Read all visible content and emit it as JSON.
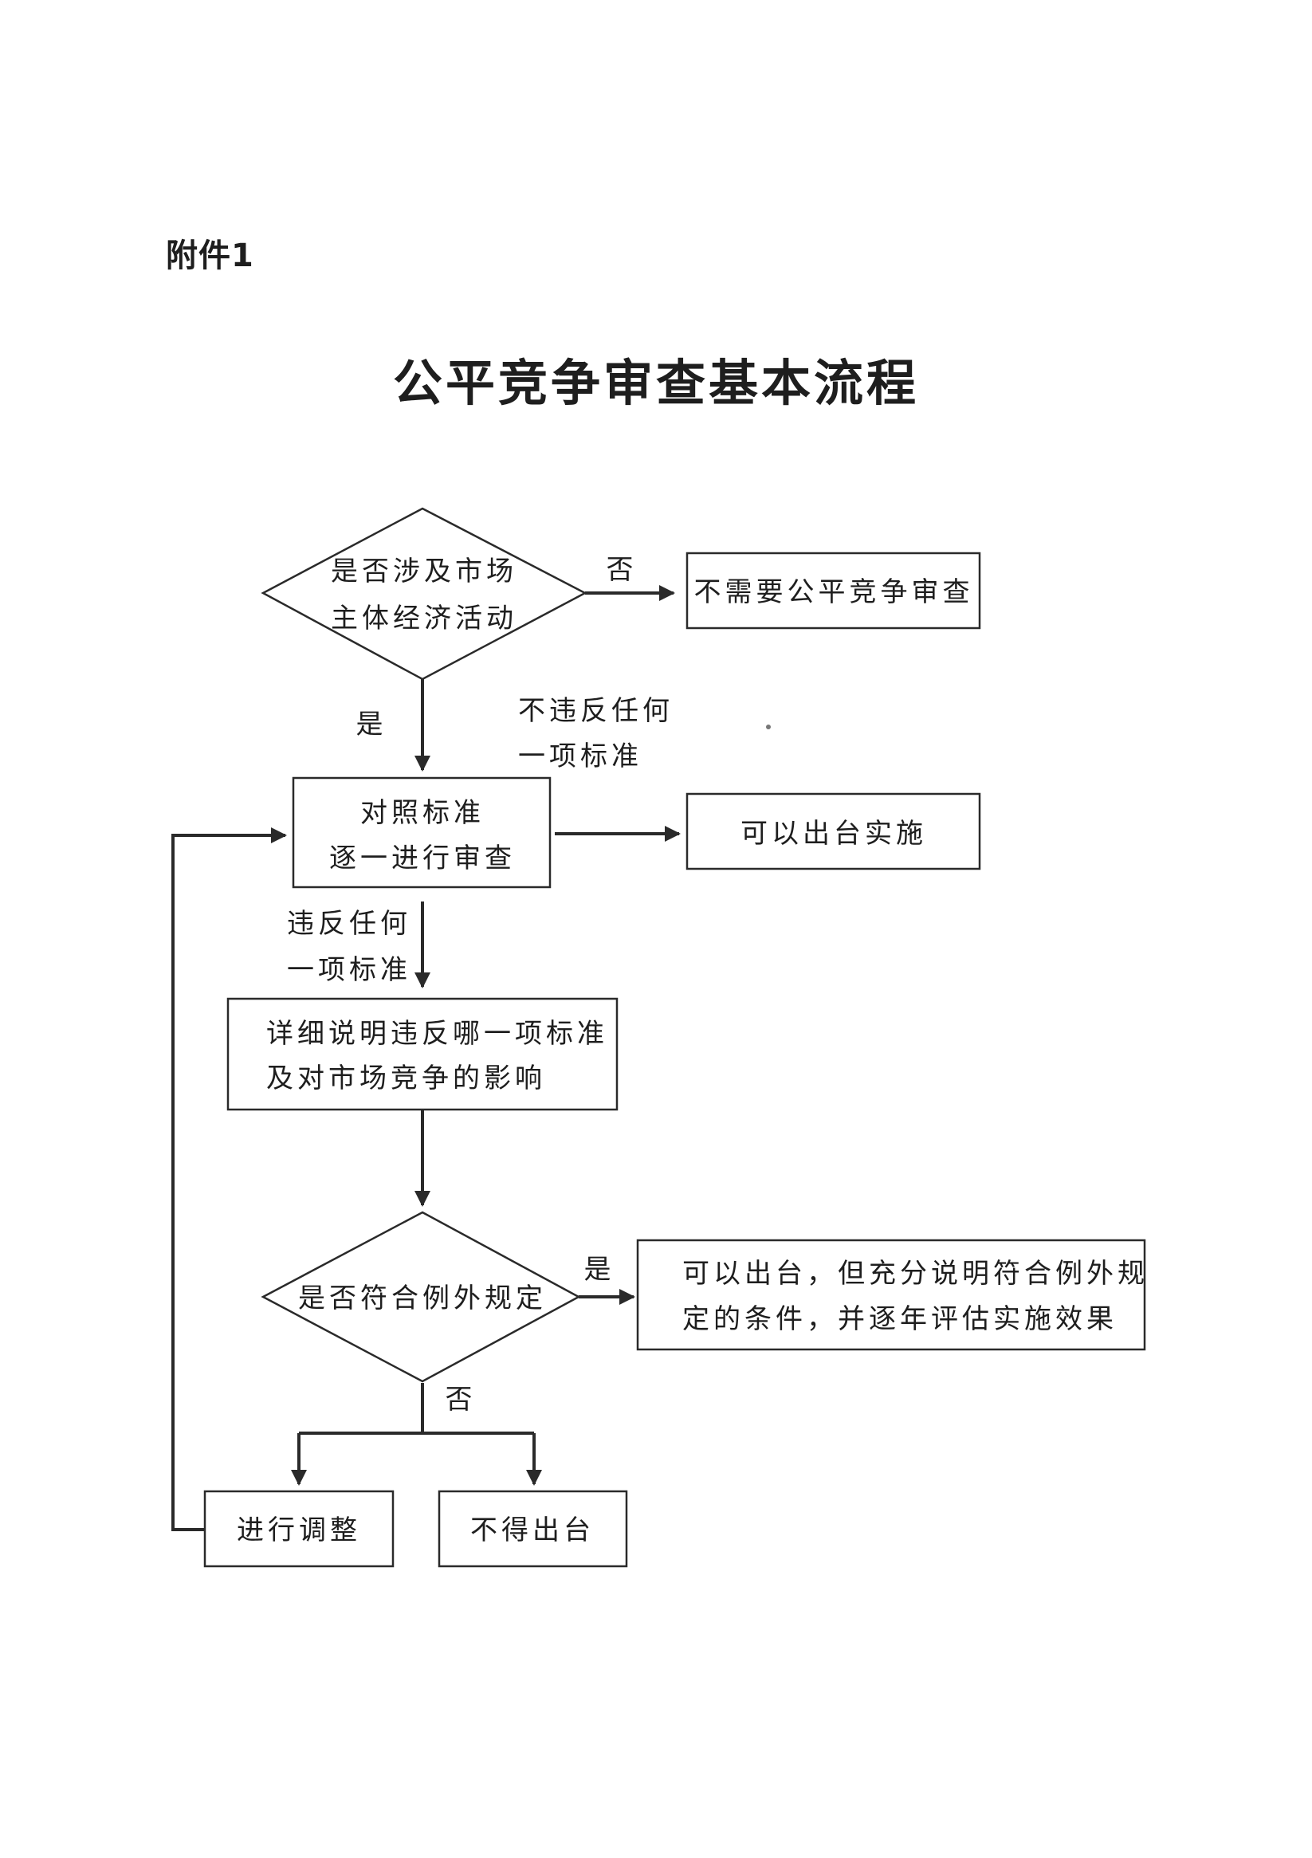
{
  "header": {
    "attachment": "附件1",
    "title": "公平竞争审查基本流程"
  },
  "nodes": {
    "decision_market": [
      "是否涉及市场",
      "主体经济活动"
    ],
    "no_review": [
      "不需要公平竞争审查"
    ],
    "review": [
      "对照标准",
      "逐一进行审查"
    ],
    "can_implement": [
      "可以出台实施"
    ],
    "explain_violation": [
      "详细说明违反哪一项标准",
      "及对市场竞争的影响"
    ],
    "decision_exception": [
      "是否符合例外规定"
    ],
    "exception_implement": [
      "可以出台，但充分说明符合例外规",
      "定的条件，并逐年评估实施效果"
    ],
    "adjust": [
      "进行调整"
    ],
    "not_implement": [
      "不得出台"
    ]
  },
  "edges": {
    "no_1": "否",
    "yes_1": "是",
    "no_violation": [
      "不违反任何",
      "一项标准"
    ],
    "violation": [
      "违反任何",
      "一项标准"
    ],
    "yes_2": "是",
    "no_2": "否"
  },
  "colors": {
    "line": "#2a2a2a",
    "text": "#1e1e1e",
    "background": "#ffffff"
  }
}
